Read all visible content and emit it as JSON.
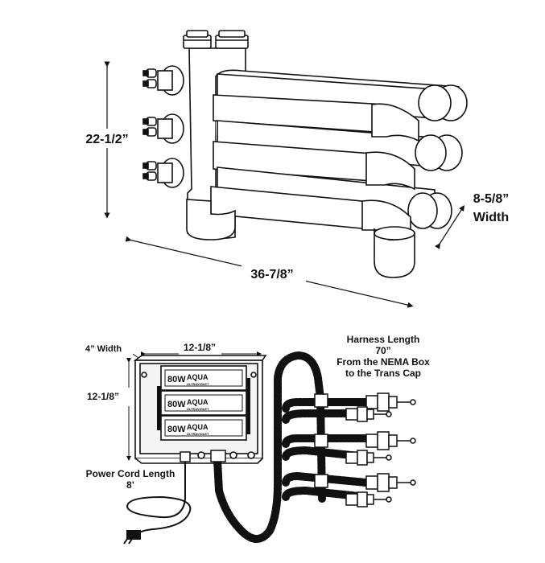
{
  "top_view": {
    "height_label": "22-1/2”",
    "length_label": "36-7/8”",
    "width_value": "8-5/8”",
    "width_word": "Width"
  },
  "bottom_view": {
    "box_depth_label": "4” Width",
    "box_width_label": "12-1/8”",
    "box_height_label": "12-1/8”",
    "harness_title": "Harness Length",
    "harness_value": "70”",
    "harness_line3": "From the NEMA Box",
    "harness_line4": "to the Trans Cap",
    "power_cord_title": "Power Cord Length",
    "power_cord_value": "8’",
    "ballasts": [
      {
        "watt": "80W",
        "brand": "AQUA",
        "sub": "ULTRAVIOLET"
      },
      {
        "watt": "80W",
        "brand": "AQUA",
        "sub": "ULTRAVIOLET"
      },
      {
        "watt": "80W",
        "brand": "AQUA",
        "sub": "ULTRAVIOLET"
      }
    ]
  }
}
